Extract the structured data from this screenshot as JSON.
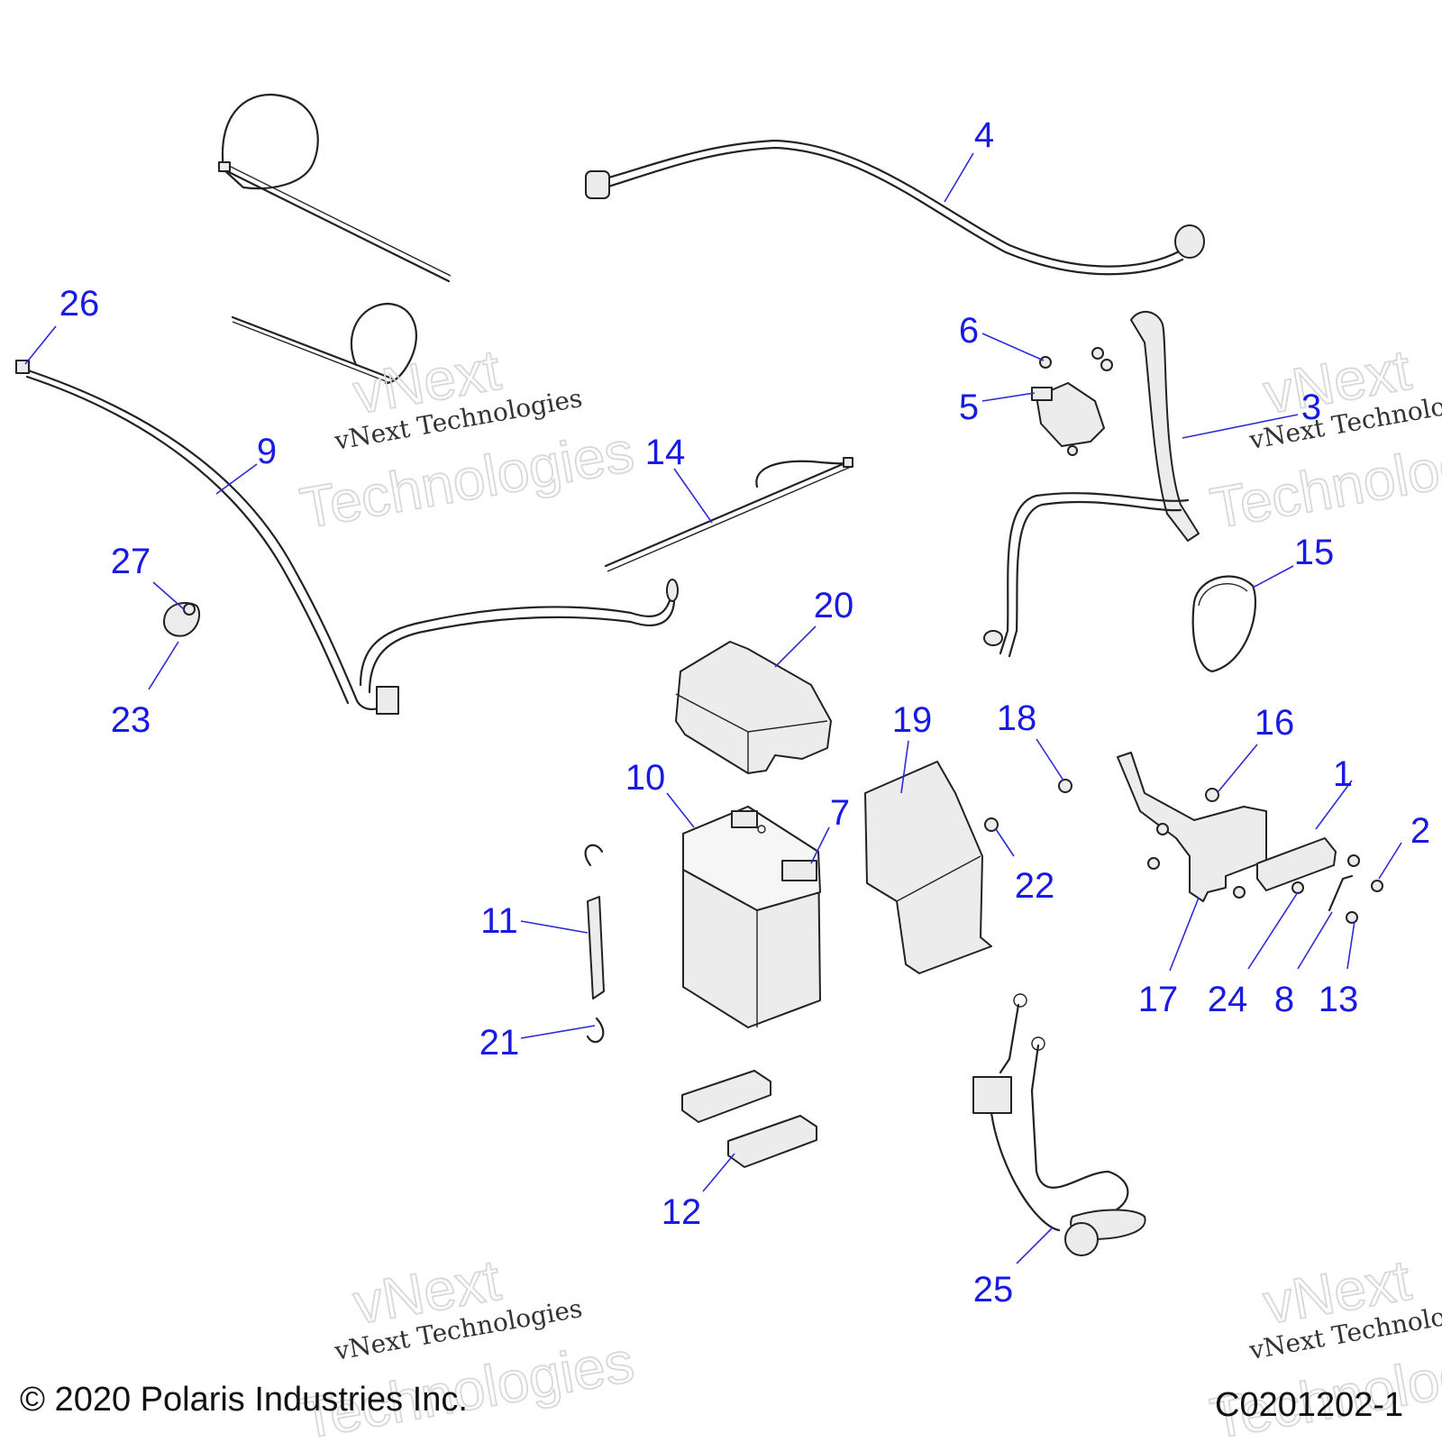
{
  "callouts": [
    {
      "id": "1",
      "label": "1"
    },
    {
      "id": "2",
      "label": "2"
    },
    {
      "id": "3",
      "label": "3"
    },
    {
      "id": "4",
      "label": "4"
    },
    {
      "id": "5",
      "label": "5"
    },
    {
      "id": "6",
      "label": "6"
    },
    {
      "id": "7",
      "label": "7"
    },
    {
      "id": "8",
      "label": "8"
    },
    {
      "id": "9",
      "label": "9"
    },
    {
      "id": "10",
      "label": "10"
    },
    {
      "id": "11",
      "label": "11"
    },
    {
      "id": "12",
      "label": "12"
    },
    {
      "id": "13",
      "label": "13"
    },
    {
      "id": "14",
      "label": "14"
    },
    {
      "id": "15",
      "label": "15"
    },
    {
      "id": "16",
      "label": "16"
    },
    {
      "id": "17",
      "label": "17"
    },
    {
      "id": "18",
      "label": "18"
    },
    {
      "id": "19",
      "label": "19"
    },
    {
      "id": "20",
      "label": "20"
    },
    {
      "id": "21",
      "label": "21"
    },
    {
      "id": "22",
      "label": "22"
    },
    {
      "id": "23",
      "label": "23"
    },
    {
      "id": "24",
      "label": "24"
    },
    {
      "id": "25",
      "label": "25"
    },
    {
      "id": "26",
      "label": "26"
    },
    {
      "id": "27",
      "label": "27"
    }
  ],
  "watermark": {
    "line1": "vNext Technologies",
    "outline_top": "vNext",
    "outline_bottom": "Technologies"
  },
  "footer": {
    "copyright": "© 2020 Polaris Industries Inc.",
    "drawing_id": "C0201202-1"
  },
  "colors": {
    "callout": "#1a1ae6",
    "linework": "#222222",
    "part_fill": "#ececec"
  }
}
